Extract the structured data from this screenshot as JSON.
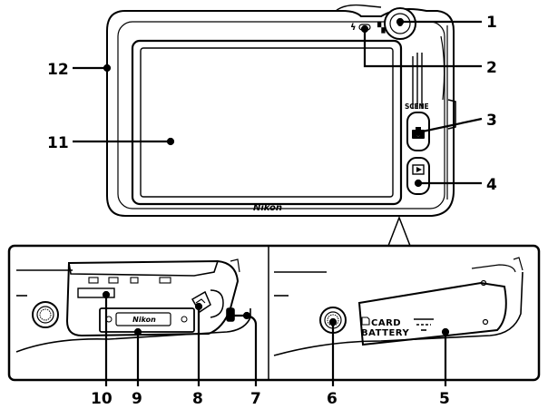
{
  "callouts": [
    {
      "id": "1",
      "label": "1"
    },
    {
      "id": "2",
      "label": "2"
    },
    {
      "id": "3",
      "label": "3"
    },
    {
      "id": "4",
      "label": "4"
    },
    {
      "id": "5",
      "label": "5"
    },
    {
      "id": "6",
      "label": "6"
    },
    {
      "id": "7",
      "label": "7"
    },
    {
      "id": "8",
      "label": "8"
    },
    {
      "id": "9",
      "label": "9"
    },
    {
      "id": "10",
      "label": "10"
    },
    {
      "id": "11",
      "label": "11"
    },
    {
      "id": "12",
      "label": "12"
    }
  ],
  "camera": {
    "brand": "Nikon",
    "scene_label": "SCENE"
  },
  "bottom": {
    "card_label": "CARD",
    "battery_label": "BATTERY",
    "battery_brand": "Nikon"
  },
  "colors": {
    "line": "#000000",
    "body": "#ffffff",
    "screen_border": "#000000",
    "panel_bg": "#ffffff"
  }
}
